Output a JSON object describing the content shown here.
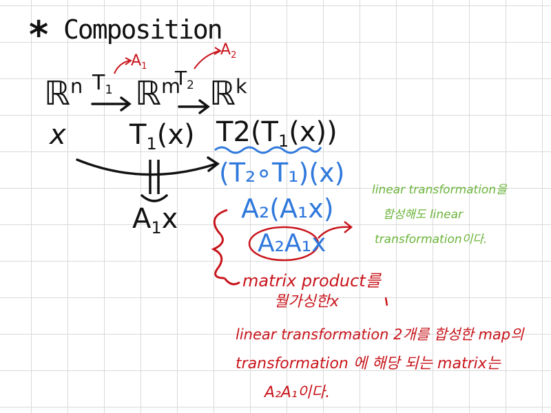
{
  "heading": {
    "star": "*",
    "title": "Composition"
  },
  "mapping": {
    "space_n": "ℝ",
    "sup_n": "n",
    "t1": "T",
    "t1_sub": "1",
    "space_m": "ℝ",
    "sup_m": "m",
    "t2": "T",
    "t2_sub": "2",
    "space_k": "ℝ",
    "sup_k": "k",
    "a1_note": "A",
    "a1_note_sub": "1",
    "a2_note": "A",
    "a2_note_sub": "2"
  },
  "row2": {
    "x": "x",
    "t1x_pre": "T",
    "t1x_sub": "1",
    "t1x_post": "(x)",
    "t2t1x_pre": "T",
    "t2t1x_mid": "2(T",
    "t2t1x_sub": "1",
    "t2t1x_post": "(x))"
  },
  "equal_sign": "=",
  "a1x": {
    "a": "A",
    "sub": "1",
    "x": "x"
  },
  "blue_lines": {
    "composition": "(T₂∘T₁)(x)",
    "a2_a1x": "A₂(A₁x)",
    "a2a1x": "A₂A₁x"
  },
  "red_notes": {
    "line1": "matrix product를",
    "line2": "뭘가싱한x",
    "line3": "linear transformation 2개를 합성한 map의",
    "line4": "transformation 에 해당 되는 matrix는",
    "line5": "A₂A₁이다."
  },
  "green_notes": {
    "line1": "linear transformation을",
    "line2": "합성해도 linear",
    "line3": "transformation이다."
  }
}
